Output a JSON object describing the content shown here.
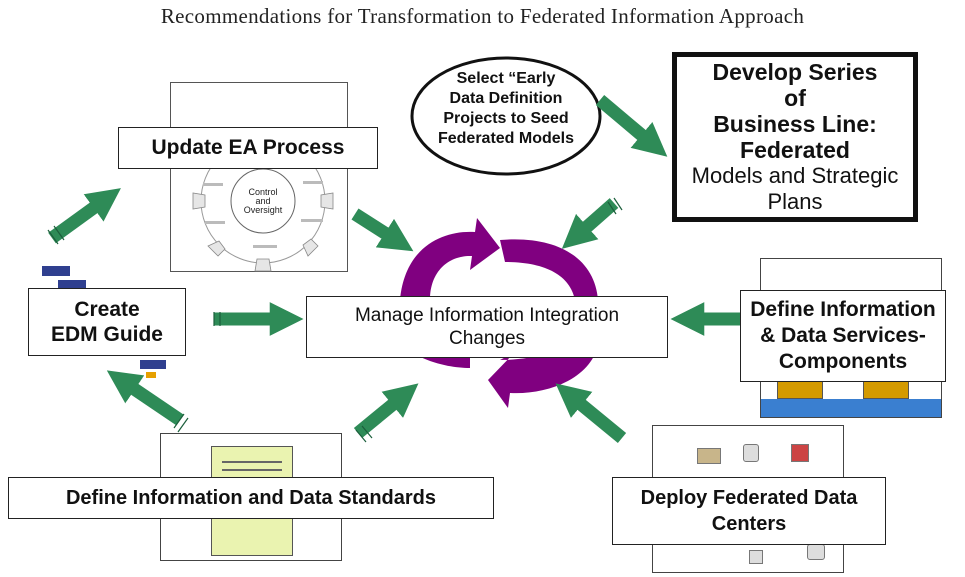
{
  "title": "Recommendations for Transformation to Federated Information Approach",
  "nodes": {
    "update_ea": "Update EA Process",
    "select_early": "Select “Early Data Definition Projects to Seed Federated Models",
    "select_lines": [
      "Select “Early",
      "Data Definition",
      "Projects to Seed",
      "Federated Models"
    ],
    "develop_lines": [
      "Develop Series",
      "of",
      "Business Line:",
      "Federated",
      "Models and Strategic",
      "Plans"
    ],
    "create_edm_lines": [
      "Create",
      "EDM Guide"
    ],
    "manage_lines": [
      "Manage Information Integration",
      "Changes"
    ],
    "define_info_lines": [
      "Define Information",
      "& Data Services-",
      "Components"
    ],
    "define_standards": "Define Information and Data Standards",
    "deploy_lines": [
      "Deploy Federated Data",
      "Centers"
    ]
  },
  "thumb_center_label": [
    "Control",
    "and",
    "Oversight"
  ],
  "colors": {
    "arrow_green": "#2e8b57",
    "cycle_purple": "#800080"
  }
}
